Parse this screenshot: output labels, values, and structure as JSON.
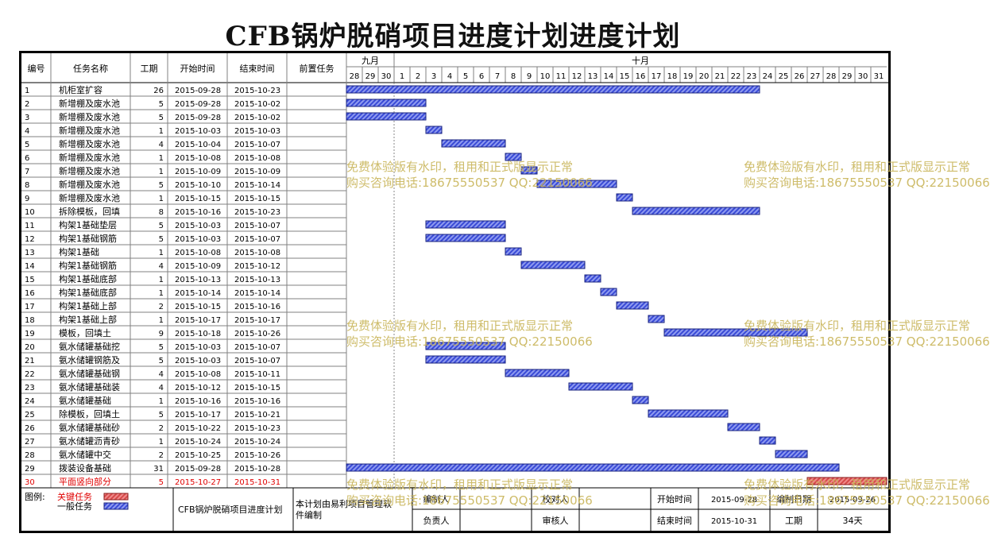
{
  "page_title": "CFB锅炉脱硝项目进度计划进度计划",
  "table": {
    "headers": {
      "id": "编号",
      "name": "任务名称",
      "duration": "工期",
      "start": "开始时间",
      "end": "结束时间",
      "predecessor": "前置任务"
    }
  },
  "timeline": {
    "months": [
      {
        "label": "九月",
        "span": 3
      },
      {
        "label": "十月",
        "span": 31
      }
    ],
    "days": [
      "28",
      "29",
      "30",
      "1",
      "2",
      "3",
      "4",
      "5",
      "6",
      "7",
      "8",
      "9",
      "10",
      "11",
      "12",
      "13",
      "14",
      "15",
      "16",
      "17",
      "18",
      "19",
      "20",
      "21",
      "22",
      "23",
      "24",
      "25",
      "26",
      "27",
      "28",
      "29",
      "30",
      "31"
    ]
  },
  "colors": {
    "normal_bar": "#3a4bd6",
    "normal_bar_hatch": "#8f9bf0",
    "critical_bar": "#d54a4a",
    "critical_text": "#e00000",
    "grid": "#808080",
    "watermark": "#c9b55a"
  },
  "chart_data": {
    "type": "gantt",
    "x_axis": {
      "start": "2015-09-28",
      "end": "2015-10-31"
    },
    "tasks": [
      {
        "id": "1",
        "name": "机柜室扩容",
        "duration": 26,
        "start": "2015-09-28",
        "end": "2015-10-23",
        "critical": false
      },
      {
        "id": "2",
        "name": "新增棚及废水池",
        "duration": 5,
        "start": "2015-09-28",
        "end": "2015-10-02",
        "critical": false
      },
      {
        "id": "3",
        "name": "新增棚及废水池",
        "duration": 5,
        "start": "2015-09-28",
        "end": "2015-10-02",
        "critical": false
      },
      {
        "id": "4",
        "name": "新增棚及废水池",
        "duration": 1,
        "start": "2015-10-03",
        "end": "2015-10-03",
        "critical": false
      },
      {
        "id": "5",
        "name": "新增棚及废水池",
        "duration": 4,
        "start": "2015-10-04",
        "end": "2015-10-07",
        "critical": false
      },
      {
        "id": "6",
        "name": "新增棚及废水池",
        "duration": 1,
        "start": "2015-10-08",
        "end": "2015-10-08",
        "critical": false
      },
      {
        "id": "7",
        "name": "新增棚及废水池",
        "duration": 1,
        "start": "2015-10-09",
        "end": "2015-10-09",
        "critical": false
      },
      {
        "id": "8",
        "name": "新增棚及废水池",
        "duration": 5,
        "start": "2015-10-10",
        "end": "2015-10-14",
        "critical": false
      },
      {
        "id": "9",
        "name": "新增棚及废水池",
        "duration": 1,
        "start": "2015-10-15",
        "end": "2015-10-15",
        "critical": false
      },
      {
        "id": "10",
        "name": "拆除模板，回填",
        "duration": 8,
        "start": "2015-10-16",
        "end": "2015-10-23",
        "critical": false
      },
      {
        "id": "11",
        "name": "构架1基础垫层",
        "duration": 5,
        "start": "2015-10-03",
        "end": "2015-10-07",
        "critical": false
      },
      {
        "id": "12",
        "name": "构架1基础钢筋",
        "duration": 5,
        "start": "2015-10-03",
        "end": "2015-10-07",
        "critical": false
      },
      {
        "id": "13",
        "name": "构架1基础",
        "duration": 1,
        "start": "2015-10-08",
        "end": "2015-10-08",
        "critical": false
      },
      {
        "id": "14",
        "name": "构架1基础钢筋",
        "duration": 4,
        "start": "2015-10-09",
        "end": "2015-10-12",
        "critical": false
      },
      {
        "id": "15",
        "name": "构架1基础底部",
        "duration": 1,
        "start": "2015-10-13",
        "end": "2015-10-13",
        "critical": false
      },
      {
        "id": "16",
        "name": "构架1基础底部",
        "duration": 1,
        "start": "2015-10-14",
        "end": "2015-10-14",
        "critical": false
      },
      {
        "id": "17",
        "name": "构架1基础上部",
        "duration": 2,
        "start": "2015-10-15",
        "end": "2015-10-16",
        "critical": false
      },
      {
        "id": "18",
        "name": "构架1基础上部",
        "duration": 1,
        "start": "2015-10-17",
        "end": "2015-10-17",
        "critical": false
      },
      {
        "id": "19",
        "name": "模板，回填土",
        "duration": 9,
        "start": "2015-10-18",
        "end": "2015-10-26",
        "critical": false
      },
      {
        "id": "20",
        "name": "氨水储罐基础挖",
        "duration": 5,
        "start": "2015-10-03",
        "end": "2015-10-07",
        "critical": false
      },
      {
        "id": "21",
        "name": "氨水储罐钢筋及",
        "duration": 5,
        "start": "2015-10-03",
        "end": "2015-10-07",
        "critical": false
      },
      {
        "id": "22",
        "name": "氨水储罐基础钢",
        "duration": 4,
        "start": "2015-10-08",
        "end": "2015-10-11",
        "critical": false
      },
      {
        "id": "23",
        "name": "氨水储罐基础装",
        "duration": 4,
        "start": "2015-10-12",
        "end": "2015-10-15",
        "critical": false
      },
      {
        "id": "24",
        "name": "氨水储罐基础",
        "duration": 1,
        "start": "2015-10-16",
        "end": "2015-10-16",
        "critical": false
      },
      {
        "id": "25",
        "name": "除模板，回填土",
        "duration": 5,
        "start": "2015-10-17",
        "end": "2015-10-21",
        "critical": false
      },
      {
        "id": "26",
        "name": "氨水储罐基础砂",
        "duration": 2,
        "start": "2015-10-22",
        "end": "2015-10-23",
        "critical": false
      },
      {
        "id": "27",
        "name": "氨水储罐沥青砂",
        "duration": 1,
        "start": "2015-10-24",
        "end": "2015-10-24",
        "critical": false
      },
      {
        "id": "28",
        "name": "氨水储罐中交",
        "duration": 2,
        "start": "2015-10-25",
        "end": "2015-10-26",
        "critical": false
      },
      {
        "id": "29",
        "name": "拨装设备基础",
        "duration": 31,
        "start": "2015-09-28",
        "end": "2015-10-28",
        "critical": false
      },
      {
        "id": "30",
        "name": "平面竖向部分",
        "duration": 5,
        "start": "2015-10-27",
        "end": "2015-10-31",
        "critical": true
      }
    ]
  },
  "footer": {
    "legend_label": "图例:",
    "legend_critical": "关键任务",
    "legend_normal": "一般任务",
    "plan_name": "CFB锅炉脱硝项目进度计划",
    "software_note": "本计划由易利项目管理软件编制",
    "drafter_label": "编制人",
    "drafter_value": "",
    "checker_label": "校对人",
    "checker_value": "",
    "start_label": "开始时间",
    "start_value": "2015-09-28",
    "draft_date_label": "编制日期",
    "draft_date_value": "2015-09-26",
    "owner_label": "负责人",
    "owner_value": "",
    "reviewer_label": "审核人",
    "reviewer_value": "",
    "end_label": "结束时间",
    "end_value": "2015-10-31",
    "duration_label": "工期",
    "duration_value": "34天"
  },
  "watermarks": [
    {
      "line1": "免费体验版有水印，租用和正式版显示正常",
      "line2": "购买咨询电话:18675550537 QQ:22150066"
    },
    {
      "line1": "免费体验版有水印，租用和正式版显示正常",
      "line2": "购买咨询电话:18675550537 QQ:22150066"
    },
    {
      "line1": "免费体验版有水印，租用和正式版显示正常",
      "line2": "购买咨询电话:18675550537 QQ:22150066"
    },
    {
      "line1": "免费体验版有水印，租用和正式版显示正常",
      "line2": "购买咨询电话:18675550537 QQ:22150066"
    },
    {
      "line1": "免费体验版有水印，租用和正式版显示正常",
      "line2": "购买咨询电话:18675550537 QQ:22150066"
    },
    {
      "line1": "免费体验版有水印，租用和正式版显示正常",
      "line2": "购买咨询电话:18675550537 QQ:22150066"
    }
  ]
}
